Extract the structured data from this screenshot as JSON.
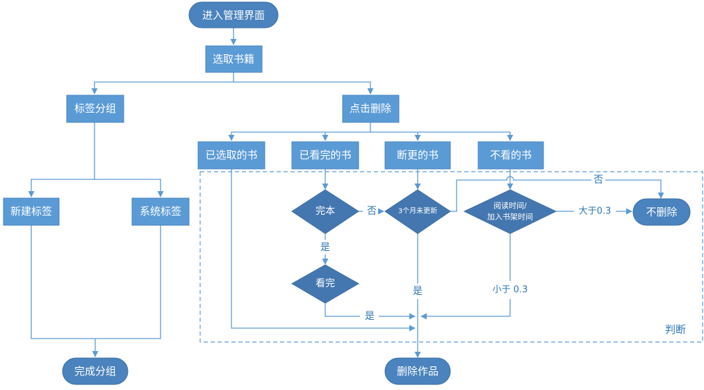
{
  "colors": {
    "node_fill": "#5b9bd5",
    "node_stroke": "#4a86c0",
    "terminal_fill": "#4a83bd",
    "decision_fill": "#4477b0",
    "line": "#5b9bd5",
    "label_text": "#2e75b6",
    "region_border": "#5b9bd5"
  },
  "nodes": {
    "start": "进入管理界面",
    "select_books": "选取书籍",
    "tag_group": "标签分组",
    "click_delete": "点击删除",
    "new_tag": "新建标签",
    "system_tag": "系统标签",
    "finish_group": "完成分组",
    "selected_books": "已选取的书",
    "finished_books": "已看完的书",
    "discontinued_books": "断更的书",
    "unread_books": "不看的书",
    "completed_decision": "完本",
    "read_decision": "看完",
    "not_updated_decision": "3个月未更新",
    "read_time_line1": "阅读时间/",
    "read_time_line2": "加入书架时间",
    "no_delete": "不删除",
    "delete_works": "删除作品"
  },
  "edge_labels": {
    "no_1": "否",
    "no_2": "否",
    "yes_1": "是",
    "yes_2": "是",
    "yes_3": "是",
    "greater": "大于0.3",
    "less": "小于 0.3"
  },
  "region_label": "判断"
}
